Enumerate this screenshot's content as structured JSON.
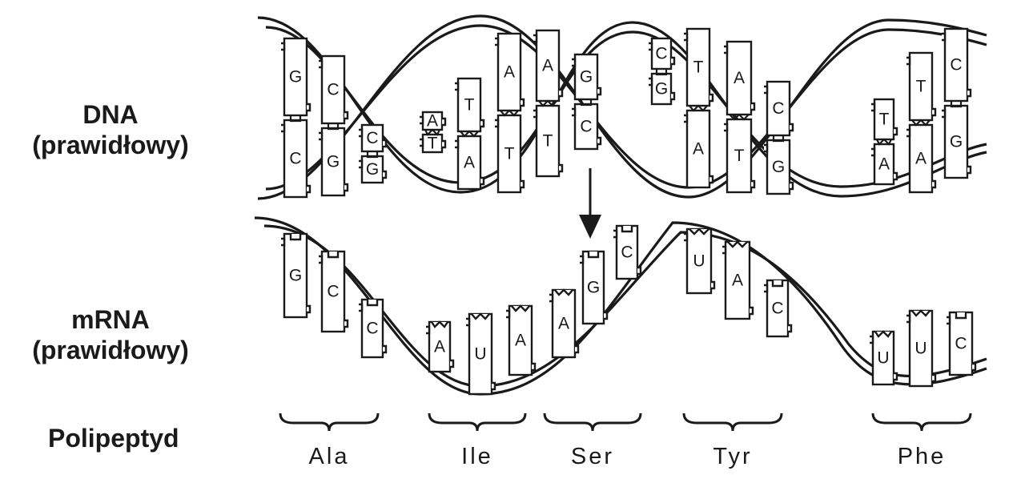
{
  "labels": {
    "dna_line1": "DNA",
    "dna_line2": "(prawidłowy)",
    "mrna_line1": "mRNA",
    "mrna_line2": "(prawidłowy)",
    "polypeptide": "Polipeptyd"
  },
  "dna_pairs": [
    {
      "top": "G",
      "bottom": "C"
    },
    {
      "top": "C",
      "bottom": "G"
    },
    {
      "top": "C",
      "bottom": "G"
    },
    {
      "top": "A",
      "bottom": "T"
    },
    {
      "top": "T",
      "bottom": "A"
    },
    {
      "top": "A",
      "bottom": "T"
    },
    {
      "top": "A",
      "bottom": "T"
    },
    {
      "top": "G",
      "bottom": "C"
    },
    {
      "top": "C",
      "bottom": "G"
    },
    {
      "top": "T",
      "bottom": "A"
    },
    {
      "top": "A",
      "bottom": "T"
    },
    {
      "top": "C",
      "bottom": "G"
    },
    {
      "top": "T",
      "bottom": "A"
    },
    {
      "top": "T",
      "bottom": "A"
    },
    {
      "top": "C",
      "bottom": "G"
    }
  ],
  "mrna_bases": [
    "G",
    "C",
    "C",
    "A",
    "U",
    "A",
    "A",
    "G",
    "C",
    "U",
    "A",
    "C",
    "U",
    "U",
    "C"
  ],
  "codons": [
    "Ala",
    "Ile",
    "Ser",
    "Tyr",
    "Phe"
  ]
}
